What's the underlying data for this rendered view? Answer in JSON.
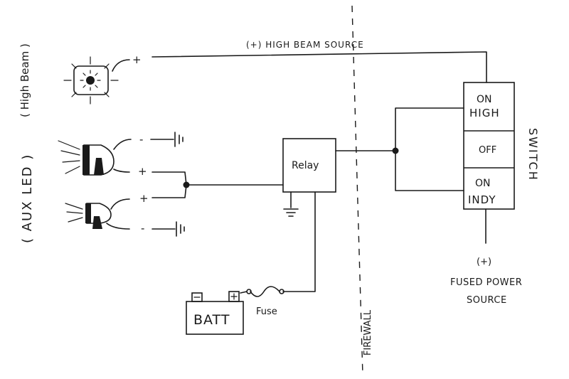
{
  "labels": {
    "high_beam_source": "(+) HIGH BEAM SOURCE",
    "high_beam": "( High Beam )",
    "aux_led": "( AUX LED )",
    "relay": "Relay",
    "batt": "BATT",
    "fuse": "Fuse",
    "firewall": "FIREWALL",
    "switch": "SWITCH",
    "on_high_1": "ON",
    "on_high_2": "HIGH",
    "off": "OFF",
    "on_indy_1": "ON",
    "on_indy_2": "INDY",
    "fused_plus": "(+)",
    "fused_line1": "FUSED POWER",
    "fused_line2": "SOURCE",
    "plus": "+",
    "minus": "-"
  },
  "colors": {
    "ink": "#1a1a1a",
    "paper": "#ffffff"
  }
}
